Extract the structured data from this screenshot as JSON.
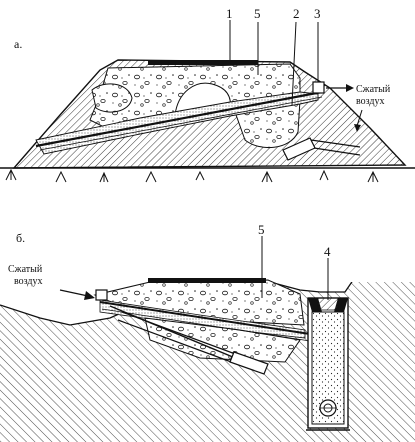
{
  "diagram_a": {
    "letter": "а.",
    "callouts": [
      "1",
      "5",
      "2",
      "3"
    ],
    "air_label": [
      "Сжатый",
      "воздух"
    ]
  },
  "diagram_b": {
    "letter": "б.",
    "callouts": [
      "5",
      "4"
    ],
    "air_label": [
      "Сжатый",
      "воздух"
    ]
  },
  "colors": {
    "line": "#111111",
    "paper": "#ffffff"
  }
}
